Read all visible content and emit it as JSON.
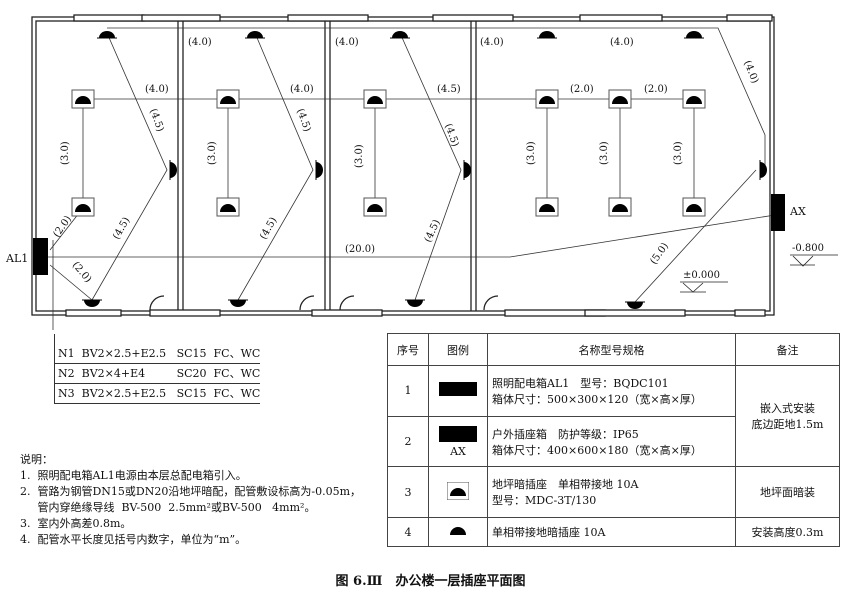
{
  "plan": {
    "panel_al1": "AL1",
    "panel_ax": "AX",
    "lengths": {
      "top1": "(4.0)",
      "top2": "(4.0)",
      "top3": "(4.0)",
      "top4": "(4.0)",
      "mid1": "(4.0)",
      "mid2": "(4.0)",
      "mid3": "(4.5)",
      "mid4": "(2.0)",
      "mid5": "(2.0)",
      "v1": "(3.0)",
      "v2": "(3.0)",
      "v3": "(3.0)",
      "v4": "(3.0)",
      "v5": "(3.0)",
      "v6": "(3.0)",
      "d1": "(4.5)",
      "d2": "(4.5)",
      "d3": "(4.5)",
      "d4": "(4.5)",
      "d5": "(4.5)",
      "d6": "(4.5)",
      "al_a": "(2.0)",
      "al_b": "(2.0)",
      "main": "(20.0)",
      "right": "(4.0)",
      "ax": "(5.0)"
    },
    "level_outdoor": "-0.800",
    "level_indoor": "±0.000"
  },
  "circuits": [
    "N1  BV2×2.5+E2.5   SC15  FC、WC",
    "N2  BV2×4+E4         SC20  FC、WC",
    "N3  BV2×2.5+E2.5   SC15  FC、WC"
  ],
  "legend": {
    "headers": [
      "序号",
      "图例",
      "名称型号规格",
      "备注"
    ],
    "rows": [
      {
        "no": "1",
        "line1": "照明配电箱AL1　型号：BQDC101",
        "line2": "箱体尺寸：500×300×120（宽×高×厚）"
      },
      {
        "no": "2",
        "symbol_label": "AX",
        "line1": "户外插座箱　防护等级：IP65",
        "line2": "箱体尺寸：400×600×180（宽×高×厚）"
      },
      {
        "no": "3",
        "line1": "地坪暗插座　单相带接地 10A",
        "line2": "型号：MDC-3T/130",
        "note": "地坪面暗装"
      },
      {
        "no": "4",
        "line1": "单相带接地暗插座 10A",
        "note": "安装高度0.3m"
      }
    ],
    "note_12_a": "嵌入式安装",
    "note_12_b": "底边距地1.5m"
  },
  "notes": {
    "title": "说明：",
    "items": [
      "1.  照明配电箱AL1电源由本层总配电箱引入。",
      "2.  管路为钢管DN15或DN20沿地坪暗配，配管敷设标高为-0.05m，",
      "     管内穿绝缘导线  BV-500  2.5mm²或BV-500   4mm²。",
      "3.  室内外高差0.8m。",
      "4.  配管水平长度见括号内数字，单位为“m”。"
    ]
  },
  "caption": "图 6.Ⅲ　办公楼一层插座平面图"
}
